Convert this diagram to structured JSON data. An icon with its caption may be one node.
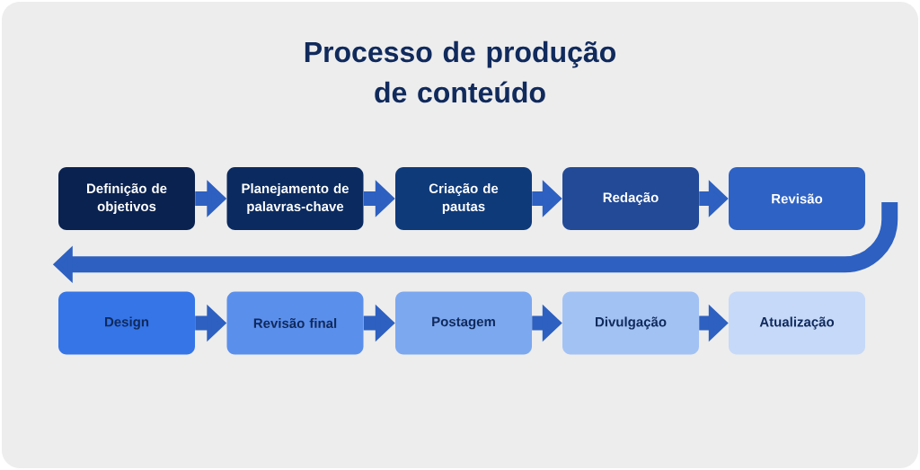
{
  "diagram": {
    "title": "Processo de produção de conteúdo",
    "nodes": [
      {
        "text": [
          "Definição de objetivos"
        ]
      },
      {
        "text": [
          "Planejamento de palavras-chave"
        ]
      },
      {
        "text": [
          "Criação de pautas"
        ]
      },
      {
        "text": [
          "Redação"
        ]
      },
      {
        "text": [
          "Revisão"
        ]
      },
      {
        "text": [
          "Design"
        ]
      },
      {
        "text": [
          "Revisão final"
        ]
      },
      {
        "text": [
          "Postagem"
        ]
      },
      {
        "text": [
          "Divulgação"
        ]
      },
      {
        "text": [
          "Atualização"
        ]
      }
    ],
    "edges": [
      {
        "from": 0,
        "to": 1,
        "arrow": "to"
      },
      {
        "from": 1,
        "to": 2,
        "arrow": "to"
      },
      {
        "from": 2,
        "to": 3,
        "arrow": "to"
      },
      {
        "from": 3,
        "to": 4,
        "arrow": "to"
      },
      {
        "from": 4,
        "to": 5,
        "arrow": "to"
      },
      {
        "from": 5,
        "to": 6,
        "arrow": "to"
      },
      {
        "from": 6,
        "to": 7,
        "arrow": "to"
      },
      {
        "from": 7,
        "to": 8,
        "arrow": "to"
      },
      {
        "from": 8,
        "to": 9,
        "arrow": "to"
      }
    ]
  }
}
